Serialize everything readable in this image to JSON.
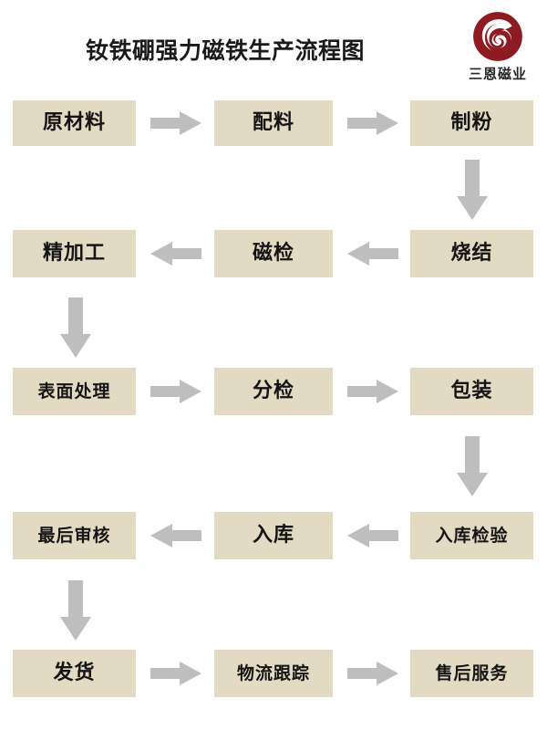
{
  "header": {
    "title": "钕铁硼强力磁铁生产流程图",
    "logo": {
      "icon": "spiral-swirl-logo",
      "name": "三恩磁业",
      "color": "#8E1B22"
    }
  },
  "theme": {
    "background": "#FFFFFF",
    "box_fill": "#E2DAC2",
    "arrow_fill": "#BEBEBE",
    "text_color": "#141414"
  },
  "diagram": {
    "type": "flowchart",
    "direction": "serpentine",
    "columns": 3,
    "rows": 5,
    "nodes": [
      {
        "id": "n1",
        "label": "原材料",
        "row": 1,
        "col": 1
      },
      {
        "id": "n2",
        "label": "配料",
        "row": 1,
        "col": 2
      },
      {
        "id": "n3",
        "label": "制粉",
        "row": 1,
        "col": 3
      },
      {
        "id": "n4",
        "label": "烧结",
        "row": 2,
        "col": 3
      },
      {
        "id": "n5",
        "label": "磁检",
        "row": 2,
        "col": 2
      },
      {
        "id": "n6",
        "label": "精加工",
        "row": 2,
        "col": 1
      },
      {
        "id": "n7",
        "label": "表面处理",
        "row": 3,
        "col": 1
      },
      {
        "id": "n8",
        "label": "分检",
        "row": 3,
        "col": 2
      },
      {
        "id": "n9",
        "label": "包装",
        "row": 3,
        "col": 3
      },
      {
        "id": "n10",
        "label": "入库检验",
        "row": 4,
        "col": 3
      },
      {
        "id": "n11",
        "label": "入库",
        "row": 4,
        "col": 2
      },
      {
        "id": "n12",
        "label": "最后审核",
        "row": 4,
        "col": 1
      },
      {
        "id": "n13",
        "label": "发货",
        "row": 5,
        "col": 1
      },
      {
        "id": "n14",
        "label": "物流跟踪",
        "row": 5,
        "col": 2
      },
      {
        "id": "n15",
        "label": "售后服务",
        "row": 5,
        "col": 3
      }
    ],
    "edges": [
      {
        "from": "n1",
        "to": "n2",
        "direction": "right"
      },
      {
        "from": "n2",
        "to": "n3",
        "direction": "right"
      },
      {
        "from": "n3",
        "to": "n4",
        "direction": "down"
      },
      {
        "from": "n4",
        "to": "n5",
        "direction": "left"
      },
      {
        "from": "n5",
        "to": "n6",
        "direction": "left"
      },
      {
        "from": "n6",
        "to": "n7",
        "direction": "down"
      },
      {
        "from": "n7",
        "to": "n8",
        "direction": "right"
      },
      {
        "from": "n8",
        "to": "n9",
        "direction": "right"
      },
      {
        "from": "n9",
        "to": "n10",
        "direction": "down"
      },
      {
        "from": "n10",
        "to": "n11",
        "direction": "left"
      },
      {
        "from": "n11",
        "to": "n12",
        "direction": "left"
      },
      {
        "from": "n12",
        "to": "n13",
        "direction": "down"
      },
      {
        "from": "n13",
        "to": "n14",
        "direction": "right"
      },
      {
        "from": "n14",
        "to": "n15",
        "direction": "right"
      }
    ]
  }
}
